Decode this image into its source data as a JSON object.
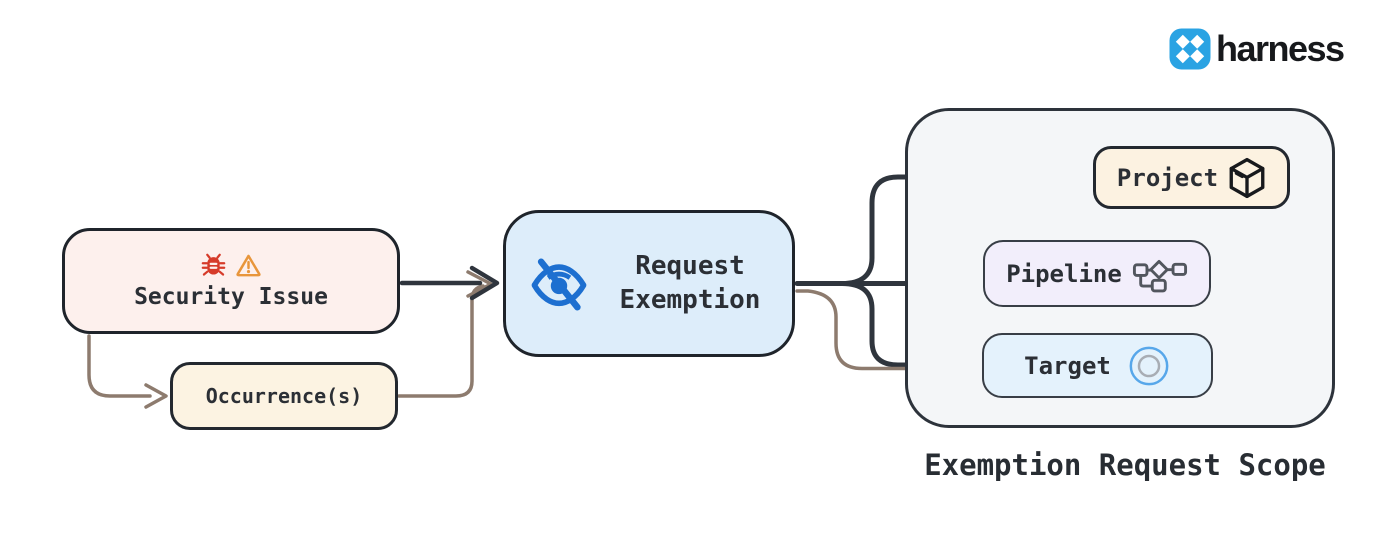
{
  "brand": {
    "name": "harness"
  },
  "nodes": {
    "security_issue": {
      "label": "Security Issue"
    },
    "occurrences": {
      "label": "Occurrence(s)"
    },
    "request_exemption": {
      "label": "Request Exemption"
    }
  },
  "scope": {
    "title": "Exemption Request Scope",
    "items": [
      {
        "label": "Project",
        "icon": "package-icon"
      },
      {
        "label": "Pipeline",
        "icon": "pipeline-icon"
      },
      {
        "label": "Target",
        "icon": "target-icon"
      }
    ]
  },
  "icons": {
    "security_issue": [
      "bug-icon",
      "warning-icon"
    ],
    "request_exemption": "eye-off-icon",
    "brand": "harness-logo-icon"
  },
  "colors": {
    "arrow_dark": "#2f353d",
    "arrow_brown": "#8d7b6e",
    "icon_blue": "#1d6fd0",
    "bug_red": "#d63b2a",
    "warning_orange": "#e8963c",
    "logo_blue": "#2aa3e3",
    "scope_background": "#f4f6f8"
  }
}
